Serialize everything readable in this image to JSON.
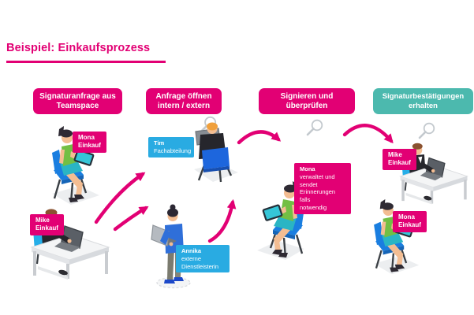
{
  "title": {
    "text": "Beispiel: Einkaufsprozess"
  },
  "colors": {
    "magenta": "#e20074",
    "cyan": "#29abe2",
    "teal": "#4cb9ae",
    "chair_blue": "#1a7ee0",
    "green_top": "#72bf44"
  },
  "steps": [
    {
      "label": "Signaturanfrage aus\nTeamspace"
    },
    {
      "label": "Anfrage öffnen\nintern / extern"
    },
    {
      "label": "Signieren und\nüberprüfen"
    },
    {
      "label": "Signaturbestätigungen\nerhalten"
    }
  ],
  "actors": {
    "mona_teamspace": {
      "label": "Mona\nEinkauf"
    },
    "mike_teamspace": {
      "label": "Mike\nEinkauf"
    },
    "tim": {
      "name": "Tim",
      "role": "Fachabteilung"
    },
    "annika": {
      "name": "Annika",
      "role": "externe\nDienstleisterin"
    },
    "mona_review": {
      "name": "Mona",
      "role": "verwaltet und\nsendet\nErinnerungen\nfalls\nnotwendig"
    },
    "mike_receive": {
      "label": "Mike\nEinkauf"
    },
    "mona_receive": {
      "label": "Mona\nEinkauf"
    }
  },
  "icons": {
    "magnifier": "magnifier-icon"
  }
}
